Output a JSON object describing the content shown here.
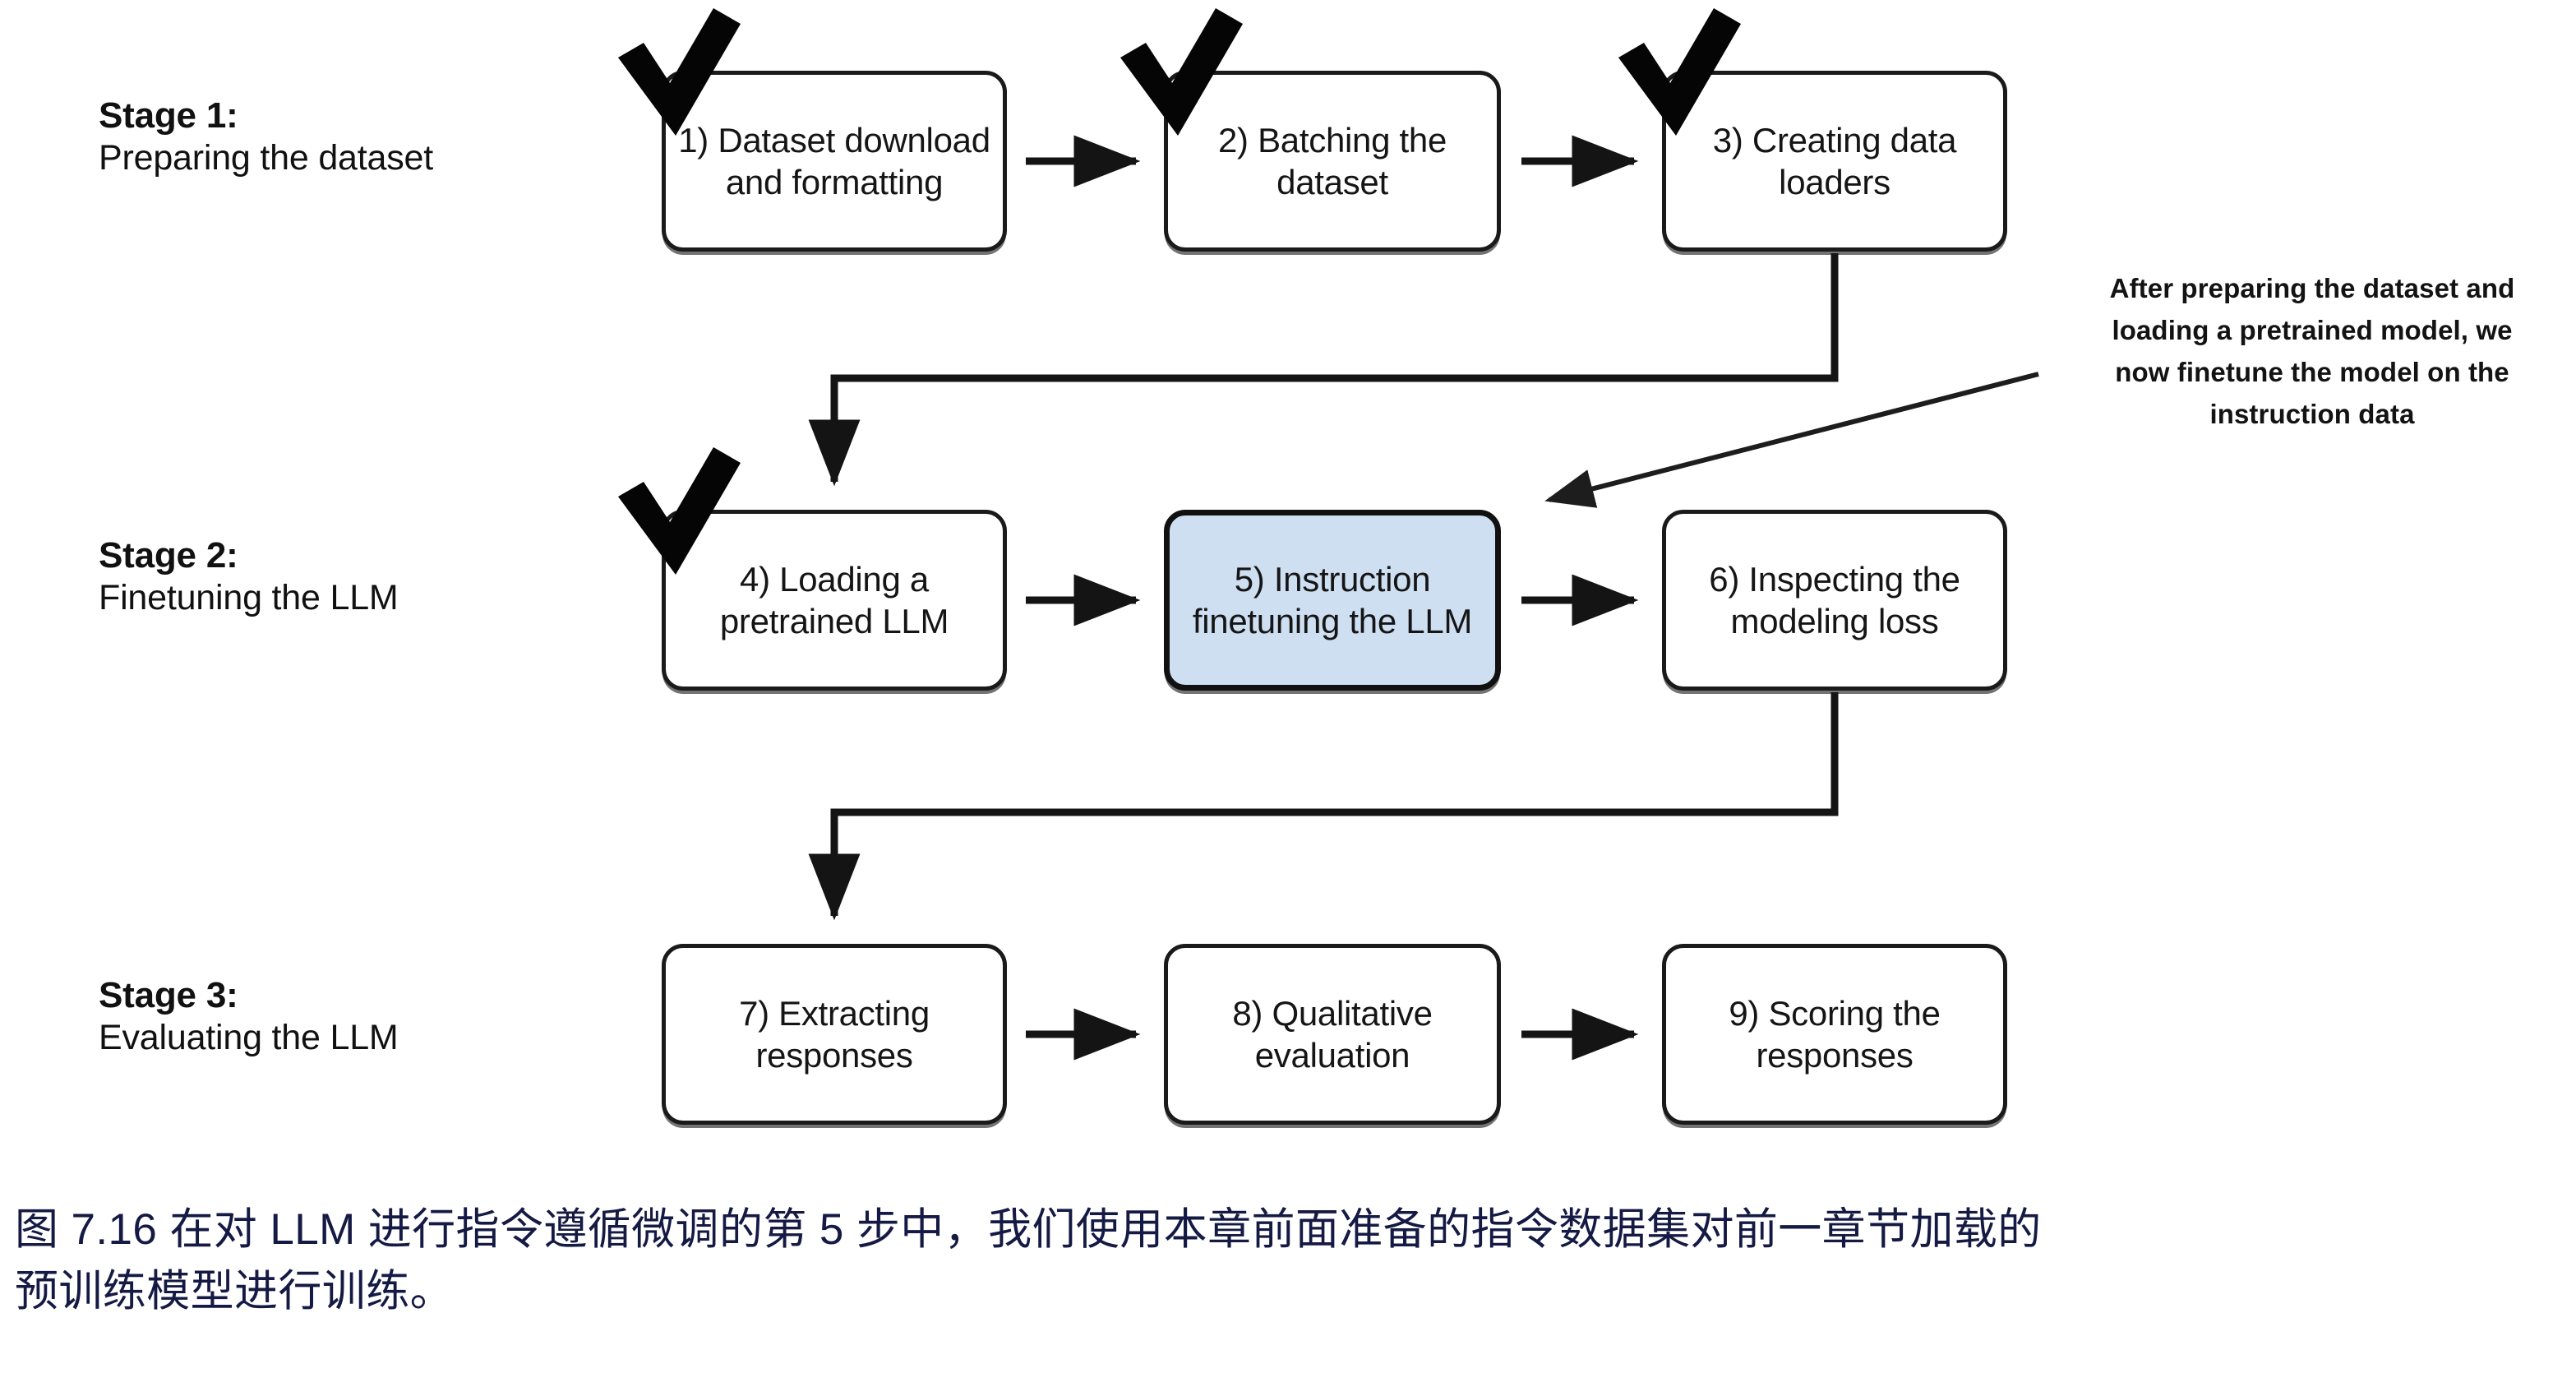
{
  "figure": {
    "stages": [
      {
        "id": "stage-1",
        "title": "Stage 1:",
        "subtitle": "Preparing the dataset"
      },
      {
        "id": "stage-2",
        "title": "Stage 2:",
        "subtitle": "Finetuning the LLM"
      },
      {
        "id": "stage-3",
        "title": "Stage 3:",
        "subtitle": "Evaluating the LLM"
      }
    ],
    "nodes": [
      {
        "id": "step-1",
        "label": "1) Dataset download and formatting",
        "checked": true,
        "highlighted": false
      },
      {
        "id": "step-2",
        "label": "2) Batching the dataset",
        "checked": true,
        "highlighted": false
      },
      {
        "id": "step-3",
        "label": "3) Creating data loaders",
        "checked": true,
        "highlighted": false
      },
      {
        "id": "step-4",
        "label": "4) Loading a pretrained LLM",
        "checked": true,
        "highlighted": false
      },
      {
        "id": "step-5",
        "label": "5) Instruction finetuning the LLM",
        "checked": false,
        "highlighted": true
      },
      {
        "id": "step-6",
        "label": "6) Inspecting the modeling loss",
        "checked": false,
        "highlighted": false
      },
      {
        "id": "step-7",
        "label": "7) Extracting responses",
        "checked": false,
        "highlighted": false
      },
      {
        "id": "step-8",
        "label": "8) Qualitative evaluation",
        "checked": false,
        "highlighted": false
      },
      {
        "id": "step-9",
        "label": "9) Scoring the responses",
        "checked": false,
        "highlighted": false
      }
    ],
    "annotation": {
      "id": "callout-note",
      "text": "After preparing the dataset and loading a pretrained model, we now finetune the model on the instruction data",
      "lines": [
        "After preparing the dataset and",
        "loading a pretrained model, we",
        "now finetune the model on the",
        "instruction data"
      ],
      "points_to": "step-5"
    },
    "caption": {
      "text": "图 7.16 在对 LLM 进行指令遵循微调的第 5 步中，我们使用本章前面准备的指令数据集对前一章节加载的预训练模型进行训练。",
      "line1": "图 7.16 在对 LLM 进行指令遵循微调的第 5 步中，我们使用本章前面准备的指令数据集对前一章节加载的",
      "line2": "预训练模型进行训练。"
    },
    "colors": {
      "highlight_fill": "#cfdff2",
      "stroke": "#141414",
      "caption_text": "#151a44",
      "background": "#ffffff"
    },
    "icons": {
      "check": "checkmark-icon",
      "arrow": "arrow-right-icon"
    }
  }
}
